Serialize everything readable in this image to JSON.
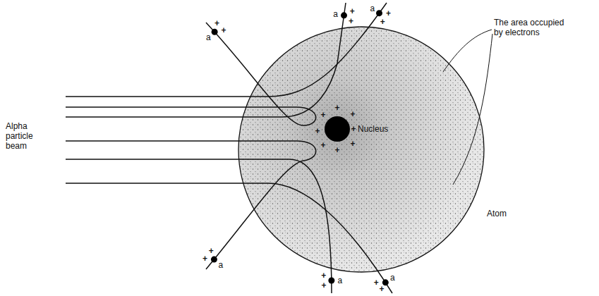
{
  "diagram": {
    "labels": [
      "Alpha particle beam",
      "The area occupied by electrons",
      "Nucleus",
      "Atom",
      "a",
      "+",
      "+",
      "a",
      "+",
      "+",
      "a",
      "+",
      "+",
      "a",
      "+",
      "+",
      "a",
      "+",
      "+",
      "a",
      "+",
      "+",
      "+",
      "+",
      "+",
      "+",
      "+",
      "+",
      "+",
      "+"
    ]
  }
}
